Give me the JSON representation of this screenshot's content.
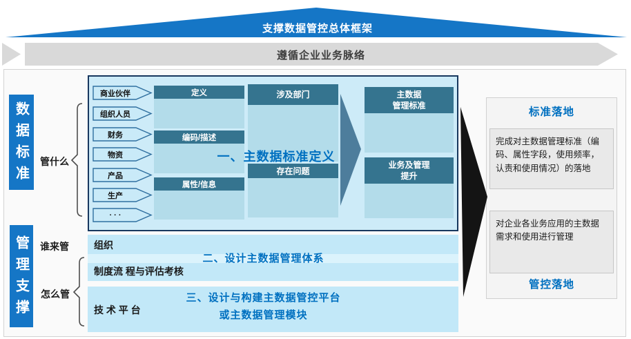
{
  "roof": {
    "label": "支撑数据管控总体框架"
  },
  "flow": {
    "label": "遵循企业业务脉络"
  },
  "rail": {
    "data_standard": "数据标准",
    "mgmt_support": "管理支撑",
    "q_what": "管什么",
    "q_who": "谁来管",
    "q_how": "怎么管"
  },
  "diagram": {
    "domains": [
      "商业伙伴",
      "组织人员",
      "财务",
      "物资",
      "产品",
      "生产",
      "· · ·"
    ],
    "aspects": [
      "定义",
      "编码/描述",
      "属性/信息"
    ],
    "analysis": [
      "涉及部门",
      "存在问题"
    ],
    "outputs": [
      {
        "line1": "主数据",
        "line2": "管理标准"
      },
      {
        "line1": "业务及管理",
        "line2": "提升"
      }
    ],
    "step1_title": "一、主数据标准定义",
    "row_org": "组织",
    "row_process": "制度流 程与评估考核",
    "step2_title": "二、设计主数据管理体系",
    "row_platform": "技 术 平 台",
    "step3_line1": "三、设计与构建主数据管控平台",
    "step3_line2": "或主数据管理模块"
  },
  "panel": {
    "standard_title": "标准落地",
    "standard_desc": "完成对主数据管理标准（编码、属性字段，使用频率，认责和使用情况）的落地",
    "control_desc": "对企业各业务应用的主数据需求和使用进行管理",
    "control_title": "管控落地"
  },
  "colors": {
    "accent_blue": "#1576c6",
    "title_blue": "#0070c0",
    "header_teal": "#35748f",
    "light_blue_fill": "#cdebf8",
    "banner_gray": "#d9d9d9",
    "black_arrow": "#141414"
  }
}
